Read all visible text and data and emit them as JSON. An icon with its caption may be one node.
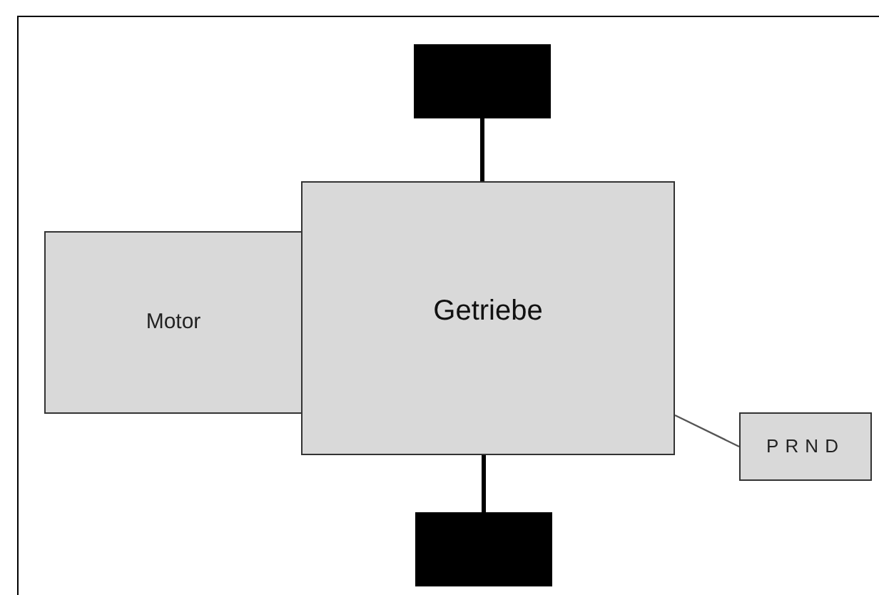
{
  "diagram": {
    "nodes": [
      {
        "text": [],
        "shape": "box"
      },
      {
        "text": [
          "Motor"
        ]
      },
      {
        "text": [
          "Getriebe"
        ]
      },
      {
        "text": [
          "PRND"
        ]
      },
      {
        "text": [],
        "shape": "box"
      }
    ],
    "edges": [
      {
        "from": 0,
        "to": 2,
        "arrow": "none"
      },
      {
        "from": 2,
        "to": 4,
        "arrow": "none"
      },
      {
        "from": 2,
        "to": 3,
        "arrow": "none",
        "color": "#555555"
      }
    ]
  }
}
